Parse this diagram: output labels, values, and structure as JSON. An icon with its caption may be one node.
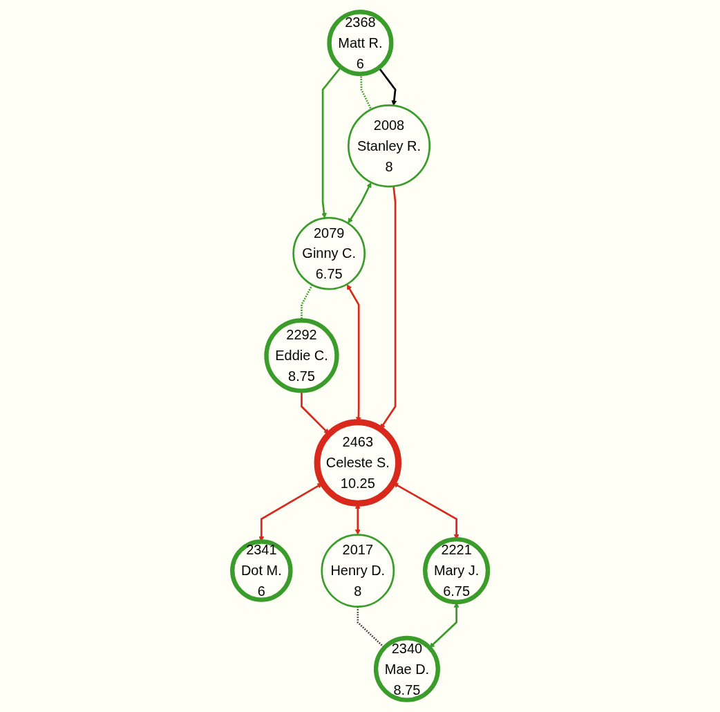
{
  "diagram": {
    "nodes": [
      {
        "text": [
          "2368",
          "Matt R.",
          "6"
        ]
      },
      {
        "text": [
          "2079",
          "Ginny C.",
          "6.75"
        ]
      },
      {
        "text": [
          "2008",
          "Stanley R.",
          "8"
        ]
      },
      {
        "text": [
          "2292",
          "Eddie C.",
          "8.75"
        ]
      },
      {
        "text": [
          "2463",
          "Celeste S.",
          "10.25"
        ]
      },
      {
        "text": [
          "2341",
          "Dot M.",
          "6"
        ]
      },
      {
        "text": [
          "2221",
          "Mary J.",
          "6.75"
        ]
      },
      {
        "text": [
          "2017",
          "Henry D.",
          "8"
        ]
      },
      {
        "text": [
          "2340",
          "Mae D.",
          "8.75"
        ]
      }
    ],
    "edges": [
      {
        "from": 0,
        "to": 1,
        "arrow": "to",
        "color": "#3a9c2a"
      },
      {
        "from": 0,
        "to": 2,
        "arrow": "none",
        "style": "dashed",
        "color": "#3a9c2a"
      },
      {
        "from": 0,
        "to": 2,
        "arrow": "to",
        "color": "#000000"
      },
      {
        "from": 2,
        "to": 1,
        "arrow": "both",
        "color": "#3a9c2a"
      },
      {
        "from": 1,
        "to": 3,
        "arrow": "none",
        "style": "dashed",
        "color": "#3a9c2a"
      },
      {
        "from": 1,
        "to": 4,
        "arrow": "both"
      },
      {
        "from": 2,
        "to": 4,
        "arrow": "to"
      },
      {
        "from": 3,
        "to": 4,
        "arrow": "to"
      },
      {
        "from": 4,
        "to": 5,
        "arrow": "both"
      },
      {
        "from": 4,
        "to": 7,
        "arrow": "both"
      },
      {
        "from": 4,
        "to": 6,
        "arrow": "both"
      },
      {
        "from": 6,
        "to": 8,
        "arrow": "both",
        "color": "#3a9c2a"
      },
      {
        "from": 7,
        "to": 8,
        "arrow": "none",
        "style": "dashed",
        "color": "#444444"
      }
    ]
  }
}
